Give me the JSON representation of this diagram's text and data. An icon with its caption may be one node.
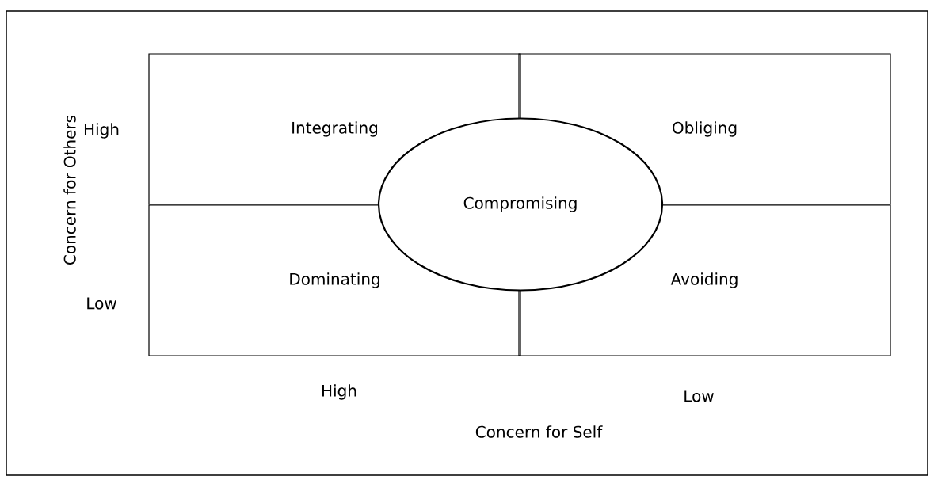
{
  "diagram": {
    "nodes": [
      {
        "text": [
          "Integrating"
        ]
      },
      {
        "text": [
          "Obliging"
        ]
      },
      {
        "text": [
          "Dominating"
        ]
      },
      {
        "text": [
          "Avoiding"
        ]
      },
      {
        "text": [
          "Compromising"
        ]
      }
    ],
    "labels": [
      "Concern for Others",
      "High",
      "Low",
      "High",
      "Low",
      "Concern for Self"
    ]
  }
}
